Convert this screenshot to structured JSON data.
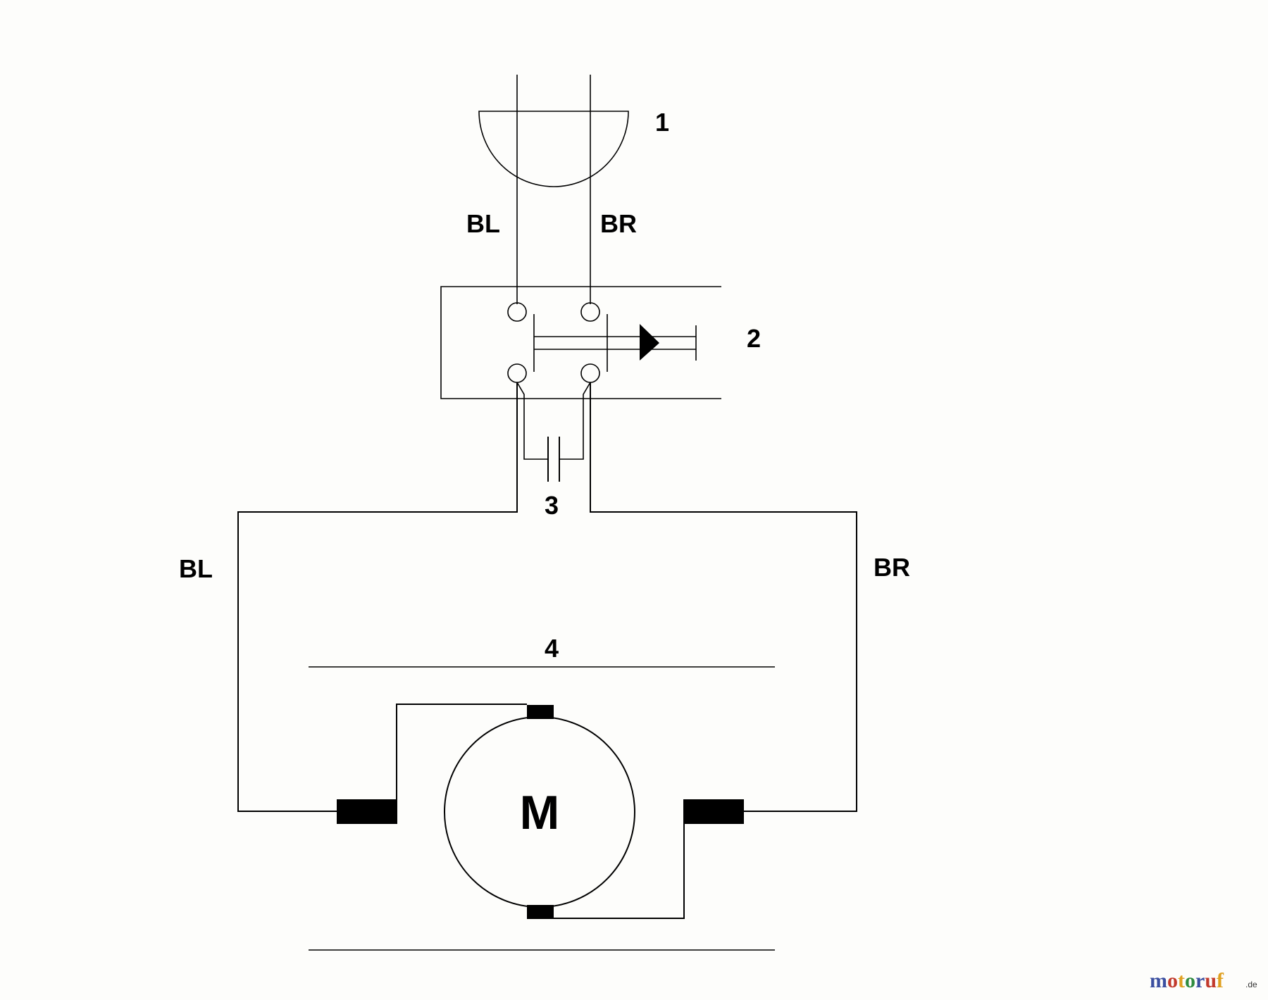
{
  "labels": {
    "plug": "1",
    "switch": "2",
    "capacitor": "3",
    "motor_housing": "4",
    "motor": "M",
    "supply_left_wire": "BL",
    "supply_right_wire": "BR",
    "motor_left_wire": "BL",
    "motor_right_wire": "BR"
  },
  "watermark": {
    "text": "motoruf",
    "suffix": ".de",
    "letter_colors": [
      "#3b4fa0",
      "#c23a2c",
      "#e0a020",
      "#2e8b3e",
      "#3b4fa0",
      "#c23a2c",
      "#e0a020"
    ]
  }
}
